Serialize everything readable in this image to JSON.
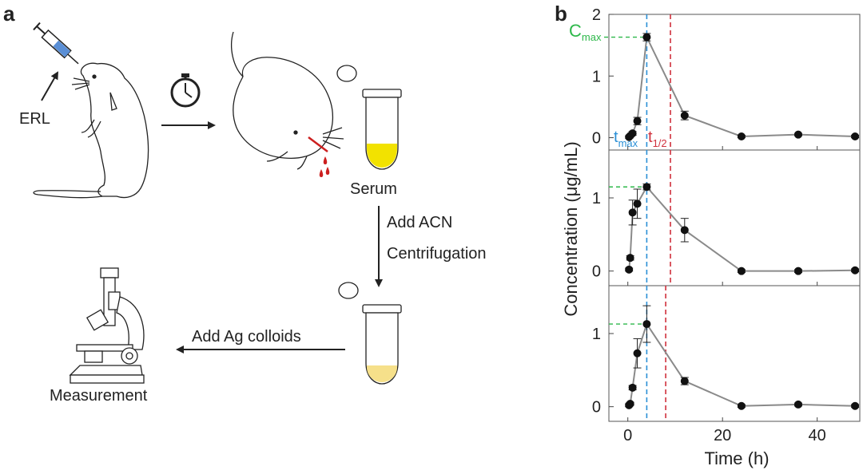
{
  "panel_a": {
    "label": "a",
    "erl_label": "ERL",
    "serum_label": "Serum",
    "step_acn": "Add ACN",
    "step_centrifugation": "Centrifugation",
    "step_ag": "Add Ag colloids",
    "measurement_label": "Measurement",
    "icons": [
      "syringe-icon",
      "rat-icon",
      "stopwatch-icon",
      "mouse-icon",
      "blood-drop-icon",
      "tube-icon",
      "microscope-icon"
    ],
    "colors": {
      "serum": "#f2e200",
      "colloid": "#f6e08a",
      "syringe_fluid": "#5a8fd6",
      "blood": "#cc1f1f"
    }
  },
  "panel_b": {
    "label": "b",
    "ylabel": "Concentration (μg/mL)",
    "xlabel": "Time (h)",
    "cmax_main": "C",
    "cmax_sub": "max",
    "tmax_main": "t",
    "tmax_sub": "max",
    "thalf_main": "t",
    "thalf_sub": "1/2",
    "colors": {
      "cmax": "#2db84a",
      "tmax": "#2a8fd6",
      "thalf": "#d0303c",
      "line": "#8a8a8a",
      "marker": "#111111"
    }
  },
  "chart_data": [
    {
      "type": "line",
      "title": "",
      "xlabel": "Time (h)",
      "ylabel": "Concentration (μg/mL)",
      "xlim": [
        -4,
        49
      ],
      "ylim": [
        -0.2,
        2.0
      ],
      "xticks": [
        0,
        20,
        40
      ],
      "yticks": [
        0,
        1,
        2
      ],
      "grid": false,
      "x": [
        0.25,
        0.5,
        1,
        2,
        4,
        12,
        24,
        36,
        48
      ],
      "values": [
        0.01,
        0.03,
        0.07,
        0.27,
        1.63,
        0.36,
        0.02,
        0.05,
        0.02
      ],
      "errors": [
        0.02,
        0.02,
        0.03,
        0.06,
        0.06,
        0.07,
        0.02,
        0.02,
        0.02
      ],
      "tmax": 4,
      "thalf": 9,
      "cmax": 1.63
    },
    {
      "type": "line",
      "title": "",
      "xlabel": "Time (h)",
      "ylabel": "Concentration (μg/mL)",
      "xlim": [
        -4,
        49
      ],
      "ylim": [
        -0.2,
        1.6
      ],
      "xticks": [
        0,
        20,
        40
      ],
      "yticks": [
        0,
        1
      ],
      "grid": false,
      "x": [
        0.25,
        0.5,
        1,
        2,
        4,
        12,
        24,
        36,
        48
      ],
      "values": [
        0.02,
        0.18,
        0.8,
        0.92,
        1.15,
        0.56,
        0.0,
        0.0,
        0.01
      ],
      "errors": [
        0.02,
        0.03,
        0.17,
        0.2,
        0.04,
        0.16,
        0.02,
        0.02,
        0.02
      ],
      "tmax": 4,
      "thalf": 9,
      "cmax": 1.15
    },
    {
      "type": "line",
      "title": "",
      "xlabel": "Time (h)",
      "ylabel": "Concentration (μg/mL)",
      "xlim": [
        -4,
        49
      ],
      "ylim": [
        -0.2,
        1.6
      ],
      "xticks": [
        0,
        20,
        40
      ],
      "yticks": [
        0,
        1
      ],
      "grid": false,
      "x": [
        0.25,
        0.5,
        1,
        2,
        4,
        12,
        24,
        36,
        48
      ],
      "values": [
        0.02,
        0.04,
        0.26,
        0.73,
        1.13,
        0.35,
        0.01,
        0.03,
        0.01
      ],
      "errors": [
        0.02,
        0.02,
        0.03,
        0.2,
        0.25,
        0.05,
        0.02,
        0.02,
        0.02
      ],
      "tmax": 4,
      "thalf": 8,
      "cmax": 1.13
    }
  ]
}
